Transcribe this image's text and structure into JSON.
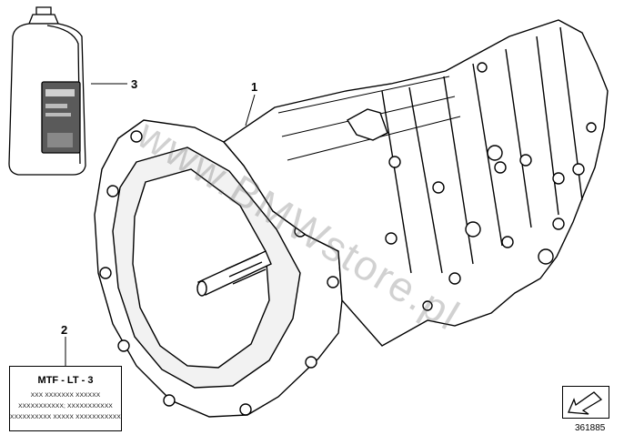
{
  "callouts": [
    "1",
    "2",
    "3"
  ],
  "label": {
    "title": "MTF - LT - 3",
    "lines": [
      "XXX XXXXXXX XXXXXX",
      "XXXXXXXXXXX; XXXXXXXXXXX",
      "XXXXXXXXXX XXXXX XXXXXXXXXXX"
    ]
  },
  "diagram_number": "361885",
  "watermark": "www.BMWstore.pl",
  "icons": {
    "nav": "arrow-icon",
    "bottle": "oil-bottle-icon",
    "transmission": "transmission-icon"
  }
}
